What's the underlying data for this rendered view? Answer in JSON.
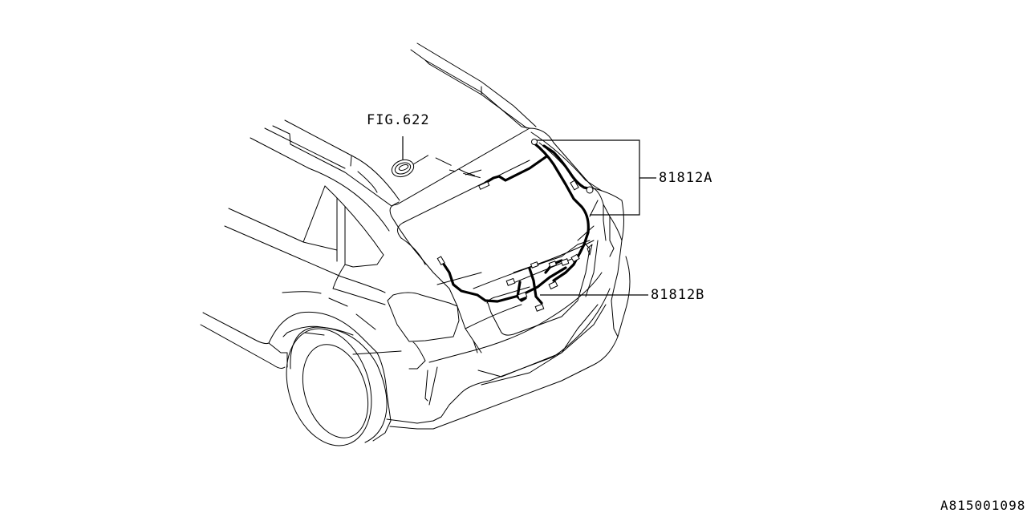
{
  "diagram": {
    "subject": "Rear gate wiring harness - hatchback rear view",
    "colors": {
      "line": "#000000",
      "background": "#ffffff"
    },
    "callouts": [
      {
        "id": "fig-ref",
        "label": "FIG.622",
        "target": "grommet"
      },
      {
        "id": "part-a",
        "label": "81812A",
        "target": "rear-gate-harness-upper"
      },
      {
        "id": "part-b",
        "label": "81812B",
        "target": "rear-gate-harness-lower"
      }
    ],
    "drawing_number": "A815001098"
  }
}
